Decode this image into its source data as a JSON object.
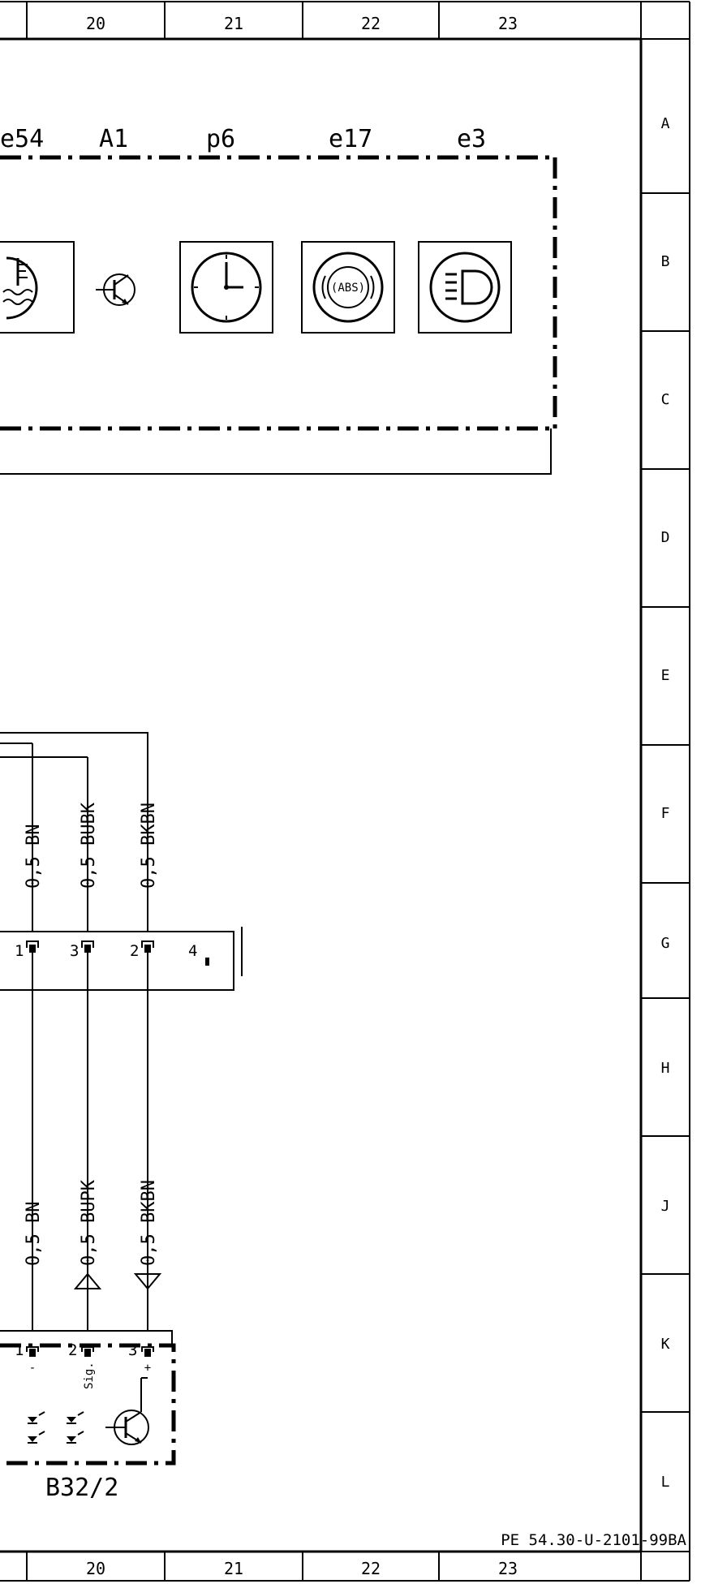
{
  "grid": {
    "columns": [
      "20",
      "21",
      "22",
      "23"
    ],
    "rows": [
      "A",
      "B",
      "C",
      "D",
      "E",
      "F",
      "G",
      "H",
      "J",
      "K",
      "L"
    ]
  },
  "cluster": {
    "component_labels": [
      "e54",
      "A1",
      "p6",
      "e17",
      "e3"
    ],
    "symbols": [
      "coolant-temperature-warning-icon",
      "transistor-icon",
      "clock-icon",
      "abs-warning-icon",
      "headlamp-high-beam-icon"
    ],
    "abs_text": "(ABS)"
  },
  "connector_g": {
    "pins": [
      {
        "number": "1",
        "wire_top": "0,5 BN",
        "wire_bottom": "0,5 BN"
      },
      {
        "number": "3",
        "wire_top": "0,5 BUBK",
        "wire_bottom": "0,5 BUPK"
      },
      {
        "number": "2",
        "wire_top": "0,5 BKBN",
        "wire_bottom": "0,5 BKBN"
      }
    ],
    "extra_pin": "4"
  },
  "sensor": {
    "label": "B32/2",
    "pins": [
      "1",
      "2",
      "3"
    ],
    "pin_marks": [
      "-",
      "Sig.",
      "+"
    ]
  },
  "doc_number": "PE 54.30-U-2101-99BA"
}
